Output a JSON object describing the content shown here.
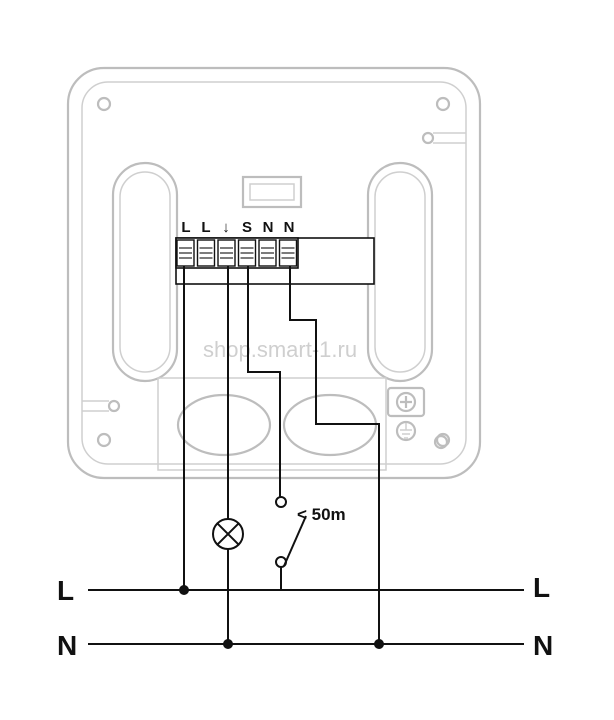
{
  "terminals": [
    {
      "label": "L"
    },
    {
      "label": "L"
    },
    {
      "label": "↓"
    },
    {
      "label": "S"
    },
    {
      "label": "N"
    },
    {
      "label": "N"
    }
  ],
  "bus": {
    "line_label": "L",
    "neutral_label": "N"
  },
  "switch": {
    "distance_label": "< 50m"
  },
  "watermark": "shop.smart-1.ru"
}
